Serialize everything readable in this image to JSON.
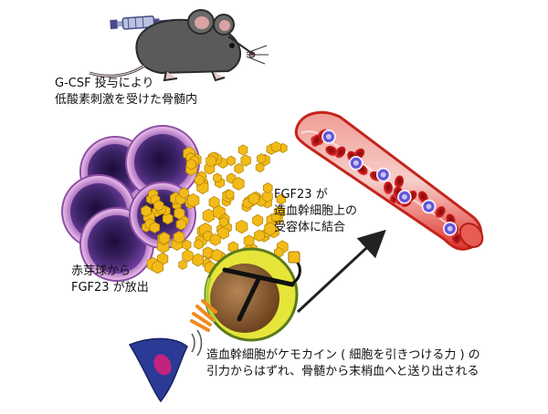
{
  "labels": {
    "gcsf": {
      "line1": "G-CSF 投与により",
      "line2": "低酸素刺激を受けた骨髄内"
    },
    "erythroblast": {
      "line1": "赤芽球から",
      "line2": "FGF23 が放出"
    },
    "fgf23_binding": {
      "line1": "FGF23 が",
      "line2": "造血幹細胞上の",
      "line3": "受容体に結合"
    },
    "chemokine": {
      "line1": "造血幹細胞がケモカイン ( 細胞を引きつける力 ) の",
      "line2": "引力からはずれ、骨髄から末梢血へと送り出される"
    }
  },
  "colors": {
    "erythroblast_fill": "#5a2f84",
    "erythroblast_rim": "#d9a2d8",
    "fgf23_granule": "#f2bb17",
    "vessel": "#e0352c",
    "vessel_inner": "#f5b8b0",
    "red_cell": "#c41818",
    "stem_cell_rim": "#e6e53a",
    "stem_cell_nucleus": "#8b5a2b",
    "receptor": "#f08a1e",
    "stromal_cell": "#2b3a94",
    "mouse_body": "#5a5a5a",
    "arrow": "#222222"
  },
  "icons": [
    "syringe-icon",
    "mouse-icon",
    "erythroblast-cluster",
    "fgf23-granules",
    "blood-vessel",
    "hematopoietic-stem-cell",
    "stromal-cell",
    "migration-arrow"
  ]
}
